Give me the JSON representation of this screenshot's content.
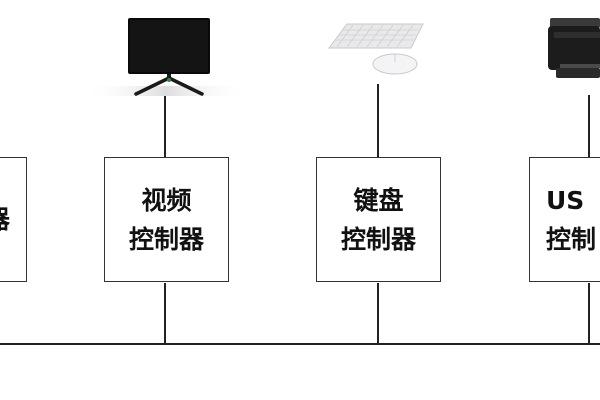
{
  "controllers": [
    {
      "id": "left-partial",
      "lines": [
        "",
        "器"
      ]
    },
    {
      "id": "video",
      "lines": [
        "视频",
        "控制器"
      ]
    },
    {
      "id": "keyboard",
      "lines": [
        "键盘",
        "控制器"
      ]
    },
    {
      "id": "usb",
      "lines": [
        "US",
        "控制"
      ]
    }
  ],
  "devices": [
    {
      "controller": "video",
      "icon": "monitor-icon"
    },
    {
      "controller": "keyboard",
      "icon": "keyboard-mouse-icon"
    },
    {
      "controller": "usb",
      "icon": "printer-icon"
    }
  ],
  "colors": {
    "line": "#222222",
    "box_border": "#333333",
    "text": "#111111",
    "monitor_screen": "#0a0a0a",
    "keyboard_body": "#e9e9ec"
  }
}
